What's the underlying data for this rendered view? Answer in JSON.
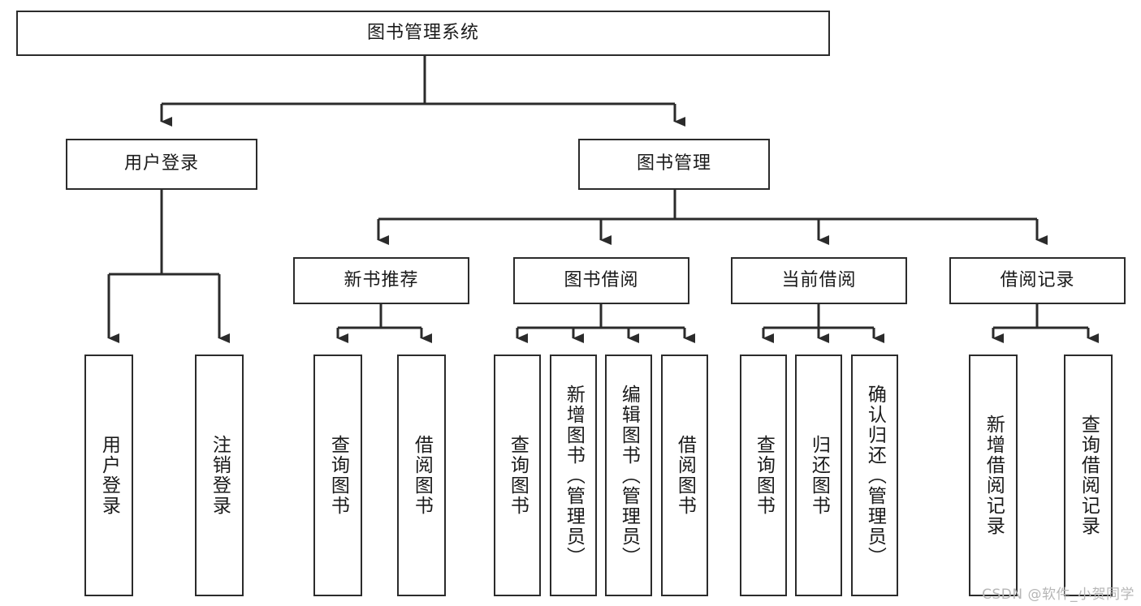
{
  "diagram": {
    "type": "tree-hierarchy-chart",
    "title": "图书管理系统",
    "watermark": "CSDN @软件_小贺同学",
    "colors": {
      "stroke": "#2b2b2b",
      "fill": "#ffffff",
      "text": "#1a1a1a",
      "watermark": "#b6b6b6"
    },
    "levels": {
      "root": {
        "label": "图书管理系统"
      },
      "level2": [
        {
          "label": "用户登录"
        },
        {
          "label": "图书管理"
        }
      ],
      "level3": [
        {
          "label": "新书推荐"
        },
        {
          "label": "图书借阅"
        },
        {
          "label": "当前借阅"
        },
        {
          "label": "借阅记录"
        }
      ],
      "leaves": {
        "user_login": [
          {
            "label": "用户登录"
          },
          {
            "label": "注销登录"
          }
        ],
        "new_book_recommend": [
          {
            "label": "查询图书"
          },
          {
            "label": "借阅图书"
          }
        ],
        "book_borrow": [
          {
            "label": "查询图书"
          },
          {
            "label": "新增图书（管理员）"
          },
          {
            "label": "编辑图书（管理员）"
          },
          {
            "label": "借阅图书"
          }
        ],
        "current_borrow": [
          {
            "label": "查询图书"
          },
          {
            "label": "归还图书"
          },
          {
            "label": "确认归还（管理员）"
          }
        ],
        "borrow_record": [
          {
            "label": "新增借阅记录"
          },
          {
            "label": "查询借阅记录"
          }
        ]
      }
    }
  }
}
